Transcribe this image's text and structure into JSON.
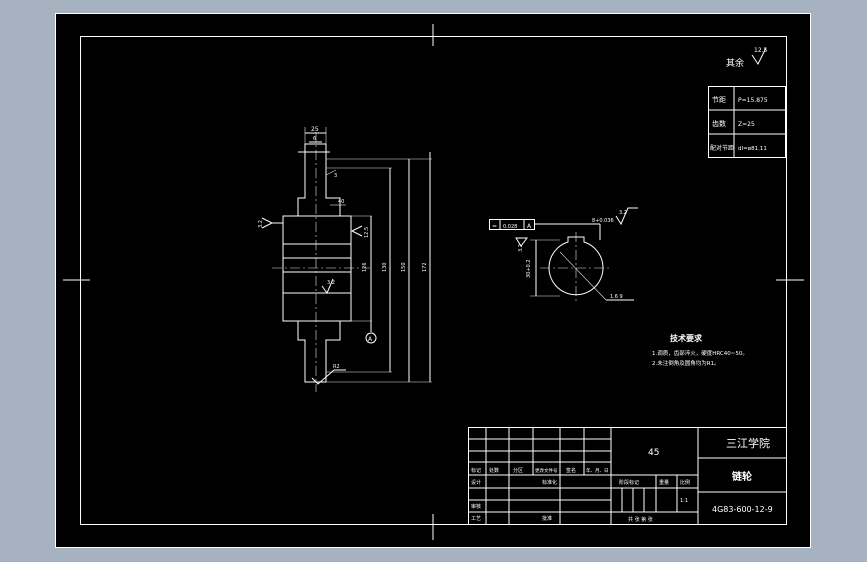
{
  "roughness": {
    "symbol_label": "其余",
    "value": "12.5"
  },
  "param_table": [
    {
      "label": "节距",
      "value": "P=15.875"
    },
    {
      "label": "齿数",
      "value": "Z=25"
    },
    {
      "label": "配对节距",
      "value": "dI=ø81.11"
    }
  ],
  "section_view": {
    "dim_top": "25",
    "dim_a": "6",
    "dim_b": "40",
    "dim_c": "3",
    "dim_d": "126",
    "dim_e": "130",
    "dim_f": "150",
    "dim_g": "172",
    "roughness_left": "3.2",
    "roughness_right": "12.5",
    "roughness_bottom": "3.2",
    "callout": "A",
    "tooth_note": "R2"
  },
  "end_view": {
    "datum_frame_left": "=",
    "datum_frame_mid": "0.028",
    "datum_frame_right": "A",
    "roughness_top": "3.2",
    "roughness_left": "3.2",
    "keyway_note": "8+0.036",
    "keyway_depth": "30+0.2",
    "hole_note": "1.6  9"
  },
  "tech_req": {
    "title": "技术要求",
    "lines": [
      "1.调质，齿部淬火，硬度HRC40~50。",
      "2.未注倒角及圆角均为R1。"
    ]
  },
  "title_block": {
    "material": "45",
    "institution": "三江学院",
    "part_name": "链轮",
    "drawing_no": "4G83-600-12-9",
    "scale": "1:1",
    "hdr_labels": [
      "标记",
      "处数",
      "分区",
      "更改文件号",
      "签名",
      "年、月、日"
    ],
    "row_labels": [
      "设计",
      "审核",
      "工艺"
    ],
    "std_label": "标准化",
    "approve_label": "批准",
    "stage_label": "阶段标记",
    "weight_label": "重量",
    "scale_label": "比例",
    "sheets_label": "共  张  第  张"
  }
}
